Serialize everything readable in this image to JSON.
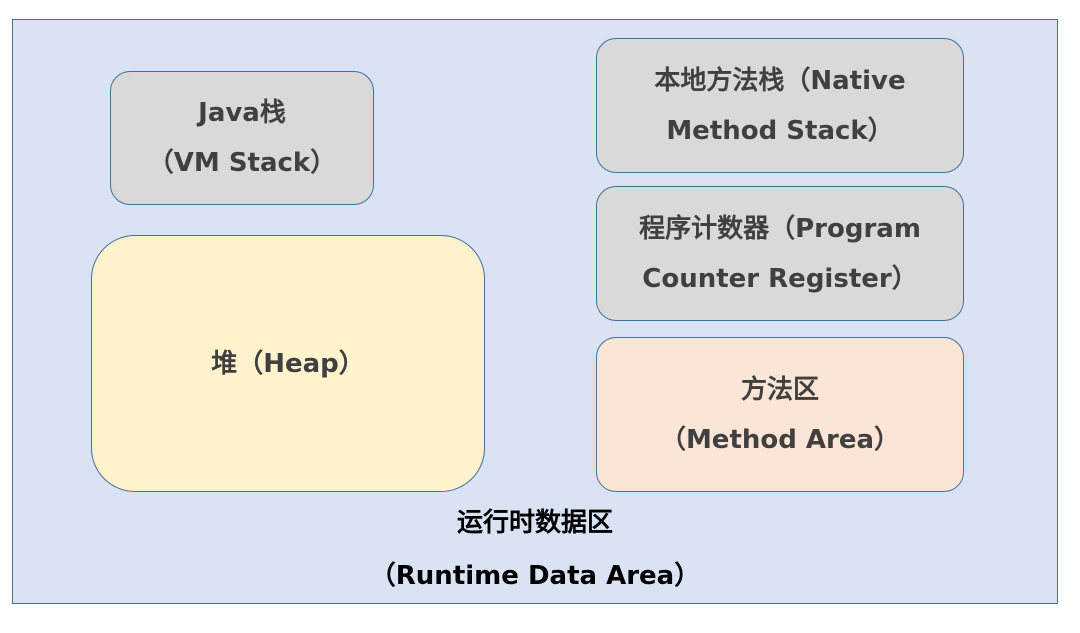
{
  "diagram": {
    "java_stack": {
      "line1": "Java栈",
      "line2": "（VM Stack）"
    },
    "native_method_stack": {
      "line1": "本地方法栈（Native",
      "line2": "Method Stack）"
    },
    "program_counter": {
      "line1": "程序计数器（Program",
      "line2": "Counter Register）"
    },
    "heap": {
      "line1": "堆（Heap）"
    },
    "method_area": {
      "line1": "方法区",
      "line2": "（Method Area）"
    },
    "runtime_data_area": {
      "line1": "运行时数据区",
      "line2": "（Runtime Data Area）"
    }
  },
  "colors": {
    "outer_fill": "#dae3f3",
    "border": "#41719c",
    "gray_box": "#d9d9d9",
    "heap_box": "#fff2cc",
    "method_area_box": "#fbe5d6",
    "box_text": "#404040"
  }
}
